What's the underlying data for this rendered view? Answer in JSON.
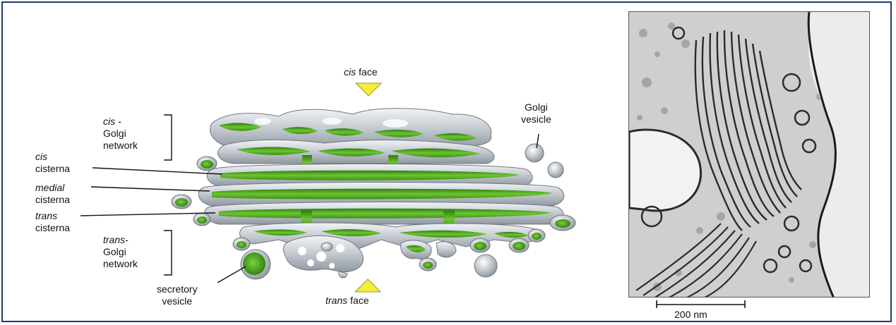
{
  "labels": {
    "cis_face_prefix": "cis",
    "cis_face_suffix": "face",
    "trans_face_prefix": "trans",
    "trans_face_suffix": "face",
    "cis_golgi_network": [
      "cis -",
      "Golgi",
      "network"
    ],
    "cis_cisterna": [
      "cis",
      "cisterna"
    ],
    "medial_cisterna": [
      "medial",
      "cisterna"
    ],
    "trans_cisterna": [
      "trans",
      "cisterna"
    ],
    "trans_golgi_network": [
      "trans-",
      "Golgi",
      "network"
    ],
    "secretory_vesicle": [
      "secretory",
      "vesicle"
    ],
    "golgi_vesicle": [
      "Golgi",
      "vesicle"
    ],
    "scale_bar": "200 nm"
  },
  "colors": {
    "frame": "#1f3d6b",
    "lumen_green": "#5fb52e",
    "membrane_gray": "#c9cfd6",
    "arrow_yellow": "#f2ee3a"
  }
}
